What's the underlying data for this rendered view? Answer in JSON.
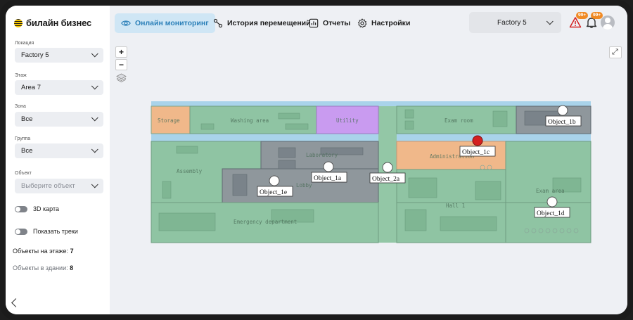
{
  "brand": {
    "name": "билайн бизнес"
  },
  "sidebar": {
    "location": {
      "label": "Локация",
      "value": "Factory 5"
    },
    "floor": {
      "label": "Этаж",
      "value": "Area 7"
    },
    "zone": {
      "label": "Зона",
      "value": "Все"
    },
    "group": {
      "label": "Группа",
      "value": "Все"
    },
    "object": {
      "label": "Объект",
      "placeholder": "Выберите объект"
    },
    "toggle_3d": {
      "label": "3D карта",
      "on": false
    },
    "toggle_tracks": {
      "label": "Показать треки",
      "on": false
    },
    "stats": {
      "on_floor_label": "Объекты на этаже:",
      "on_floor_value": "7",
      "in_building_label": "Объекты в здании:",
      "in_building_value": "8"
    }
  },
  "header": {
    "tabs": [
      {
        "label": "Онлайн мониторинг",
        "icon": "eye-icon",
        "active": true
      },
      {
        "label": "История перемещений",
        "icon": "route-icon",
        "active": false
      },
      {
        "label": "Отчеты",
        "icon": "chart-icon",
        "active": false
      },
      {
        "label": "Настройки",
        "icon": "gear-icon",
        "active": false
      }
    ],
    "location_select": "Factory 5",
    "alerts_badge": "99+",
    "notifications_badge": "99+"
  },
  "map": {
    "zoom_in": "+",
    "zoom_out": "−",
    "rooms": [
      "Storage",
      "Washing area",
      "Utility",
      "Exam room",
      "Laboratory",
      "Administration",
      "Assembly",
      "Lobby",
      "Exam area",
      "Hall 1",
      "Emergency department"
    ],
    "objects": [
      {
        "name": "Object_1b",
        "status": "normal"
      },
      {
        "name": "Object_1c",
        "status": "alert"
      },
      {
        "name": "Object_1a",
        "status": "normal"
      },
      {
        "name": "Object_2a",
        "status": "normal"
      },
      {
        "name": "Object_1e",
        "status": "normal"
      },
      {
        "name": "Object_1d",
        "status": "normal"
      }
    ]
  },
  "colors": {
    "accent": "#2a7fb8",
    "active_tab_bg": "#cfe6f5",
    "badge": "#f08a24",
    "alert_marker": "#d42020",
    "room_green": "#8fc4a3",
    "room_orange": "#f0b88a",
    "room_purple": "#c99bf0",
    "room_gray": "#8f979c",
    "corridor_blue": "#a9d3ea"
  }
}
